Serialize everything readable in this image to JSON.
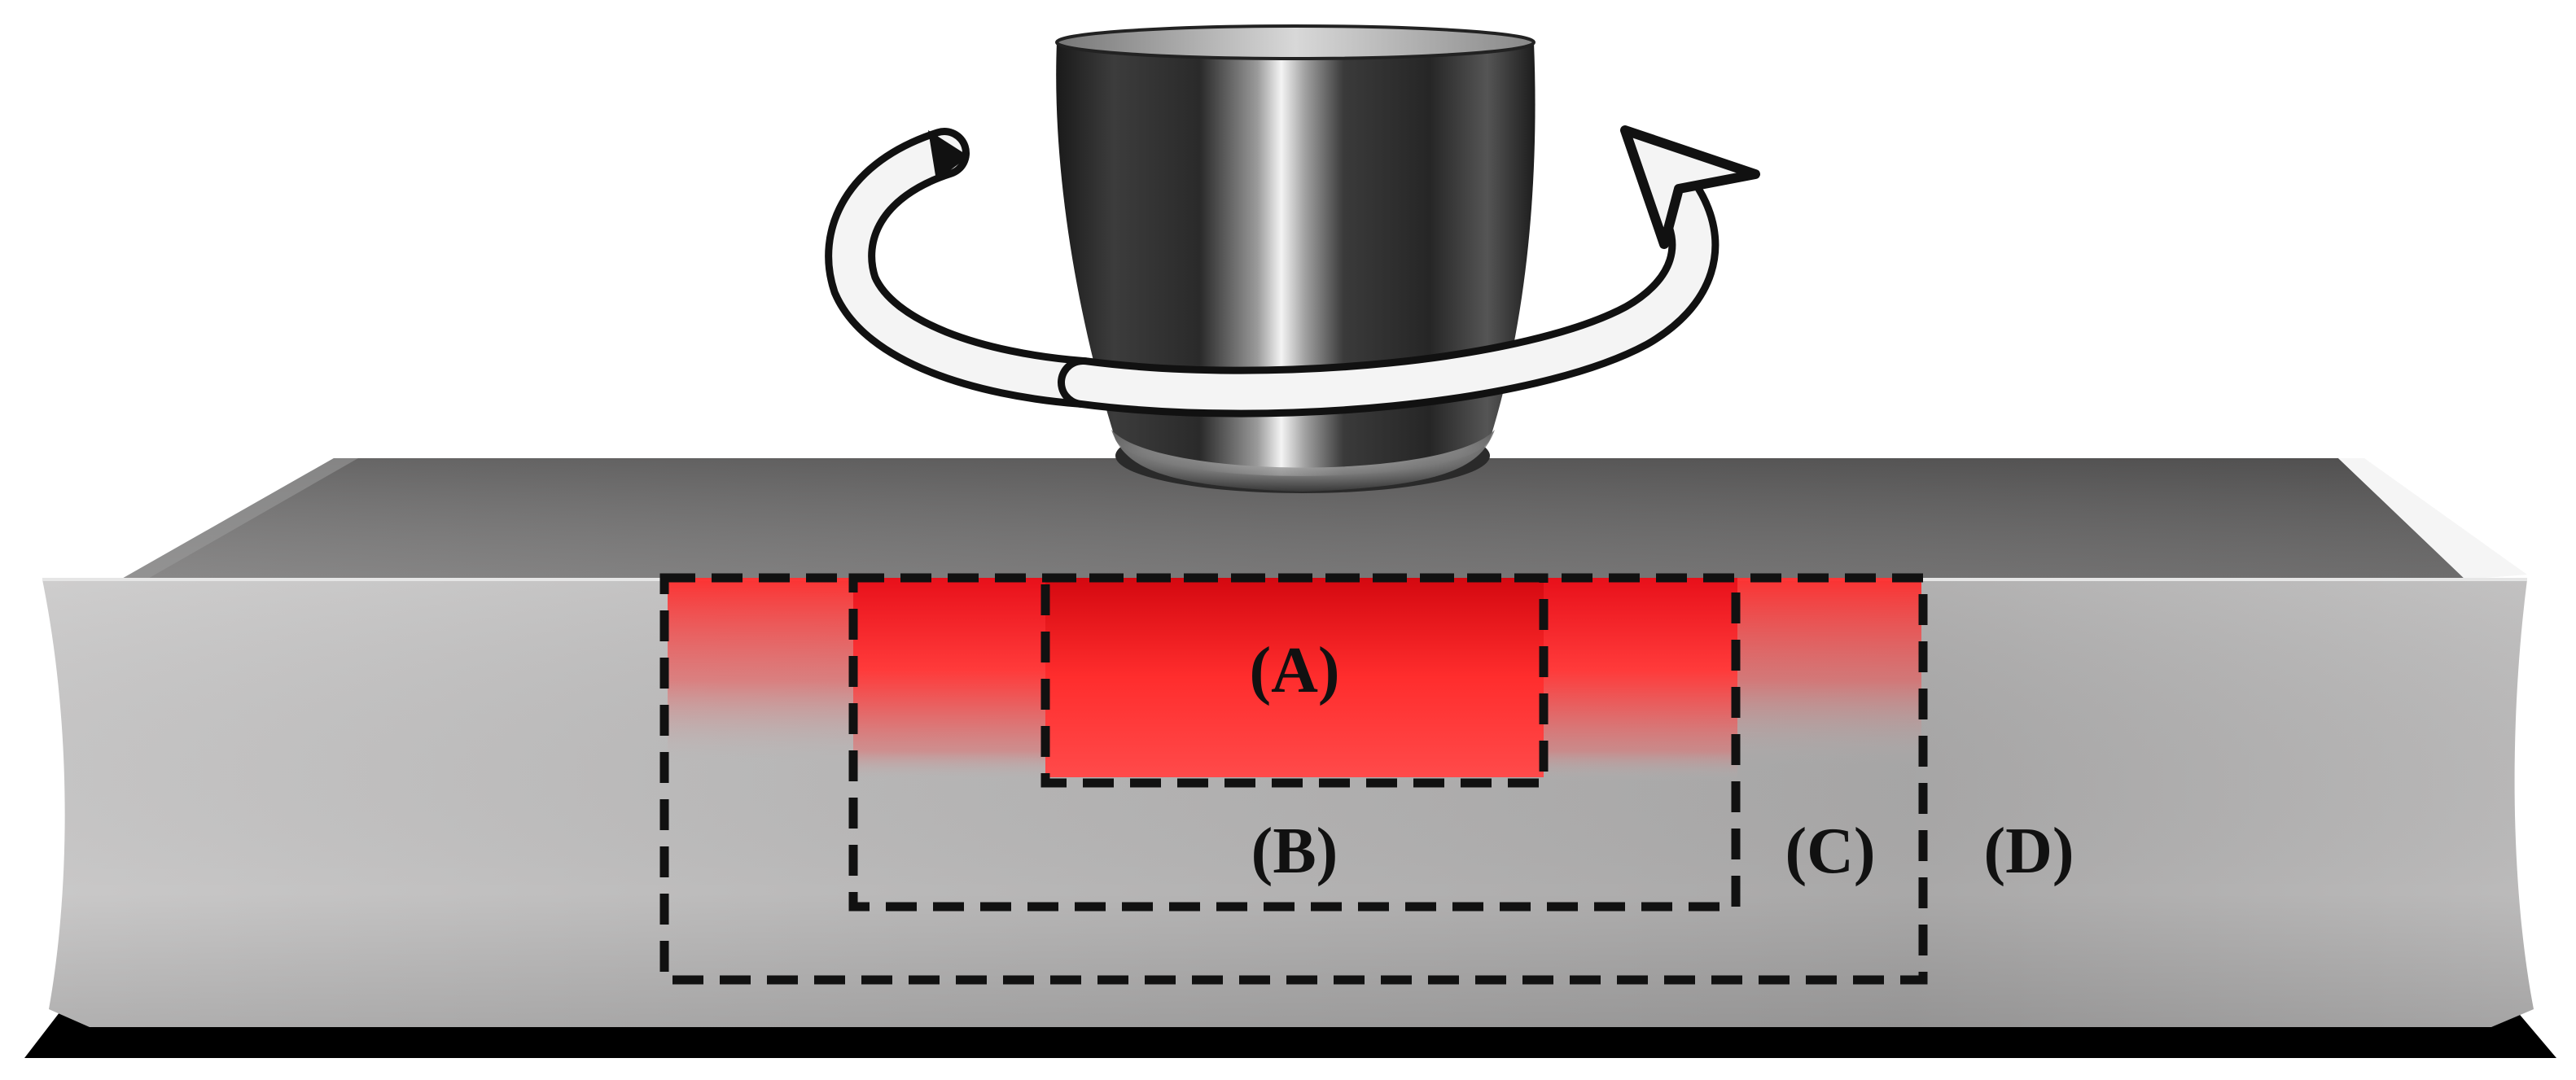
{
  "diagram": {
    "zones": [
      {
        "id": "A",
        "label": "(A)"
      },
      {
        "id": "B",
        "label": "(B)"
      },
      {
        "id": "C",
        "label": "(C)"
      },
      {
        "id": "D",
        "label": "(D)"
      }
    ],
    "colors": {
      "heat_core": "#e3101a",
      "heat_mid": "#ff3a3a",
      "workpiece_face": "#bdbcbc",
      "workpiece_top": "#6e6d6d",
      "shadow": "#000000",
      "tool_metal": "#3a3a3a",
      "arrow_fill": "#f2f2f2",
      "outline": "#111111"
    },
    "icons": {
      "tool": "rotating-tool-icon",
      "rotation": "rotation-arrow-icon"
    }
  }
}
